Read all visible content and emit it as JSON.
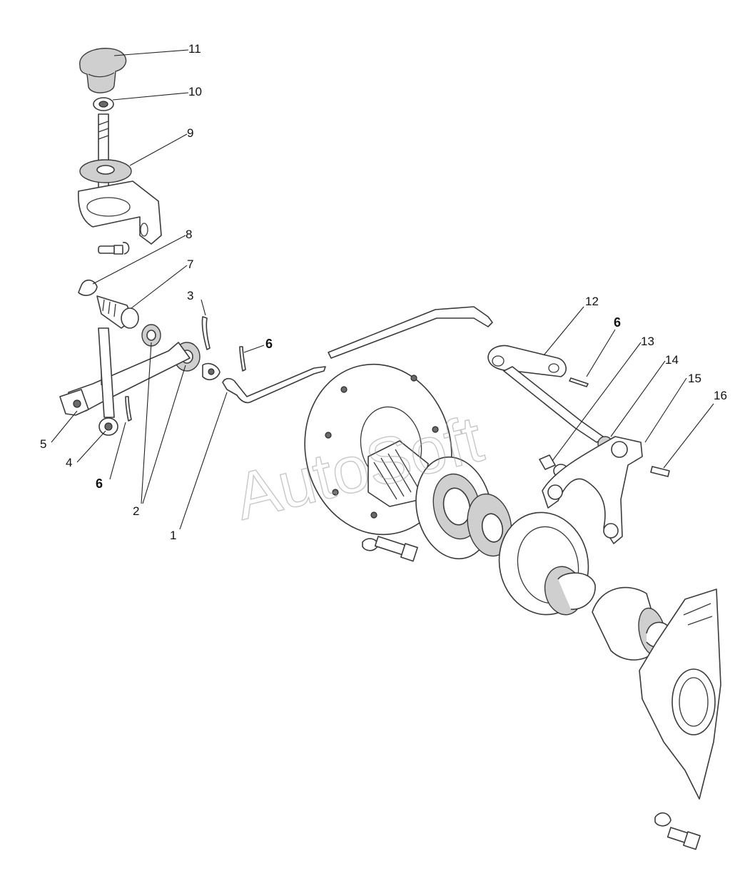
{
  "watermark": "AutoSoft",
  "callouts": [
    {
      "id": "11",
      "label": "11"
    },
    {
      "id": "10",
      "label": "10"
    },
    {
      "id": "9",
      "label": "9"
    },
    {
      "id": "8",
      "label": "8"
    },
    {
      "id": "7",
      "label": "7"
    },
    {
      "id": "3",
      "label": "3"
    },
    {
      "id": "6a",
      "label": "6"
    },
    {
      "id": "5",
      "label": "5"
    },
    {
      "id": "4",
      "label": "4"
    },
    {
      "id": "6b",
      "label": "6"
    },
    {
      "id": "2",
      "label": "2"
    },
    {
      "id": "1",
      "label": "1"
    },
    {
      "id": "12",
      "label": "12"
    },
    {
      "id": "6c",
      "label": "6"
    },
    {
      "id": "13",
      "label": "13"
    },
    {
      "id": "14",
      "label": "14"
    },
    {
      "id": "15",
      "label": "15"
    },
    {
      "id": "16",
      "label": "16"
    }
  ],
  "colors": {
    "line": "#3a3a3a",
    "shade": "#cfcfcf",
    "watermark": "#9a9a9a"
  }
}
